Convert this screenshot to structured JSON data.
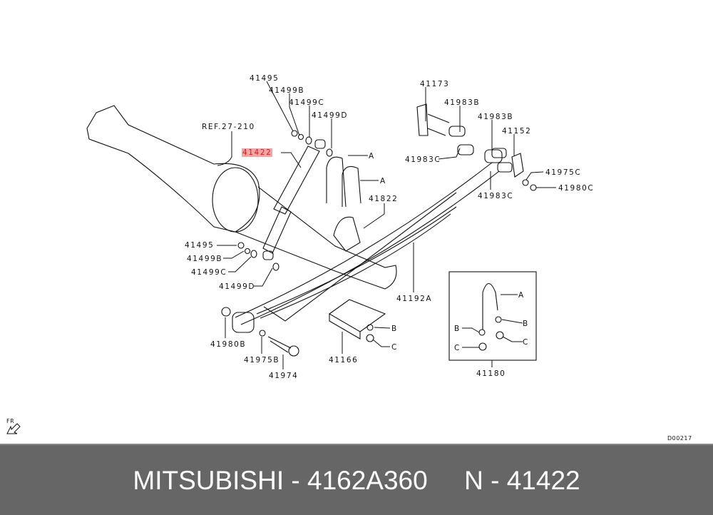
{
  "diagram": {
    "labels": [
      "41495",
      "41499B",
      "41499C",
      "41499D",
      "REF.27-210",
      "41422",
      "A",
      "A",
      "41822",
      "41173",
      "41983B",
      "41983B",
      "41152",
      "41983C",
      "41975C",
      "41980C",
      "41983C",
      "41495",
      "41499B",
      "41499C",
      "41499D",
      "41192A",
      "A",
      "B",
      "B",
      "C",
      "C",
      "41180",
      "B",
      "C",
      "41980B",
      "41975B",
      "41166",
      "41974"
    ],
    "highlighted_part": "41422",
    "direction_marker": "FR",
    "diagram_code": "D00217"
  },
  "banner": {
    "text": "MITSUBISHI - 4162A360     N - 41422"
  },
  "colors": {
    "highlight": "#f7a3a3",
    "banner": "#666666"
  }
}
